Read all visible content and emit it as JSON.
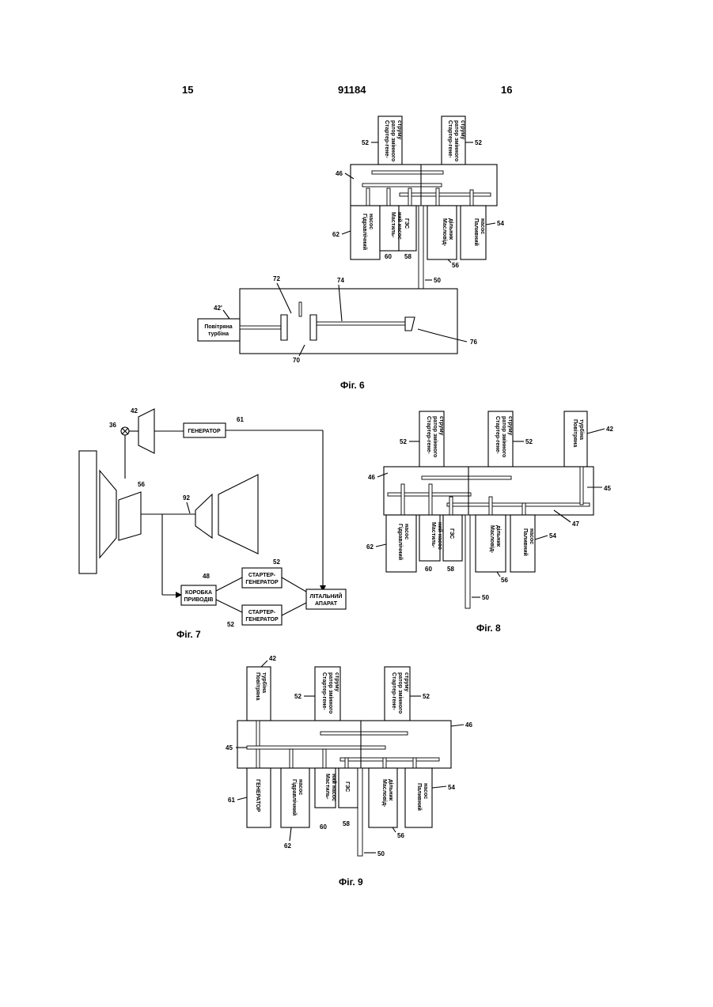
{
  "header": {
    "page_left": "15",
    "patent_number": "91184",
    "page_right": "16"
  },
  "captions": {
    "fig6": "Фіг. 6",
    "fig7": "Фіг. 7",
    "fig8": "Фіг. 8",
    "fig9": "Фіг. 9"
  },
  "labels": {
    "starter_gen": [
      "Стартер-гене-",
      "ратор змінного",
      "струму"
    ],
    "hydraulic_pump": [
      "Гідравлічний",
      "насос"
    ],
    "lube_pump": [
      "Мастиль-",
      "ний насос"
    ],
    "gzs": "ГЗС",
    "oil_separator": [
      "Масловід-",
      "дільник"
    ],
    "fuel_pump": [
      "Паливний",
      "насос"
    ],
    "air_turbine": [
      "Повітряна",
      "турбіна"
    ],
    "generator_v": "ГЕНЕРАТОР"
  },
  "fig7": {
    "generator": "ГЕНЕРАТОР",
    "gearbox": [
      "КОРОБКА",
      "ПРИВОДІВ"
    ],
    "starter_top": [
      "СТАРТЕР-",
      "ГЕНЕРАТОР"
    ],
    "starter_bottom": [
      "СТАРТЕР-",
      "ГЕНЕРАТОР"
    ],
    "aircraft": [
      "ЛІТАЛЬНИЙ",
      "АПАРАТ"
    ]
  },
  "refs": {
    "r42": "42",
    "r42p": "42'",
    "r45": "45",
    "r46": "46",
    "r47": "47",
    "r48": "48",
    "r50": "50",
    "r52": "52",
    "r54": "54",
    "r56": "56",
    "r58": "58",
    "r60": "60",
    "r61": "61",
    "r62": "62",
    "r70": "70",
    "r72": "72",
    "r74": "74",
    "r76": "76",
    "r36": "36",
    "r56b": "56",
    "r92": "92"
  }
}
